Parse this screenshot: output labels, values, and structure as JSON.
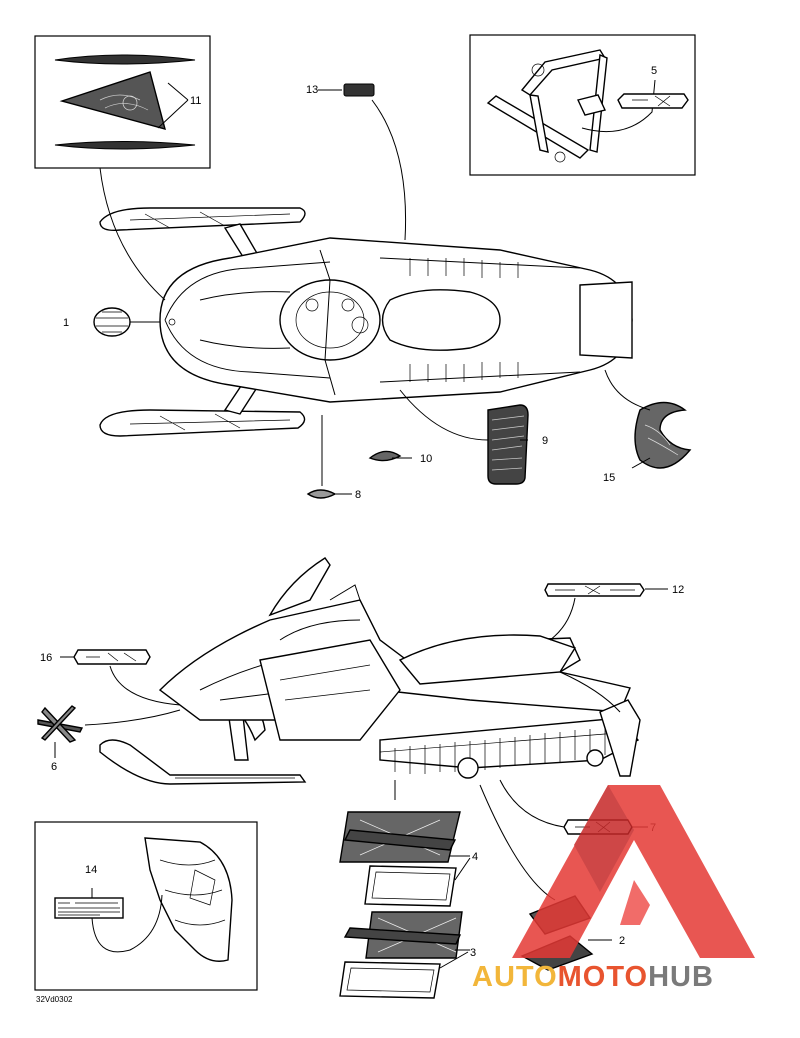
{
  "callouts": [
    "1",
    "2",
    "3",
    "4",
    "5",
    "6",
    "7",
    "8",
    "9",
    "10",
    "11",
    "12",
    "13",
    "14",
    "15",
    "16"
  ],
  "drawing_code": "32Vd0302",
  "watermark": {
    "part1": "AUTO",
    "part2": "MOTO",
    "part3": "HUB",
    "colors": {
      "auto": "#f2b63a",
      "moto": "#e8542f",
      "hub": "#7a7a7a",
      "logo": "#e53935"
    }
  },
  "icons": {
    "watermark_logo": "triangle-logo-icon"
  }
}
